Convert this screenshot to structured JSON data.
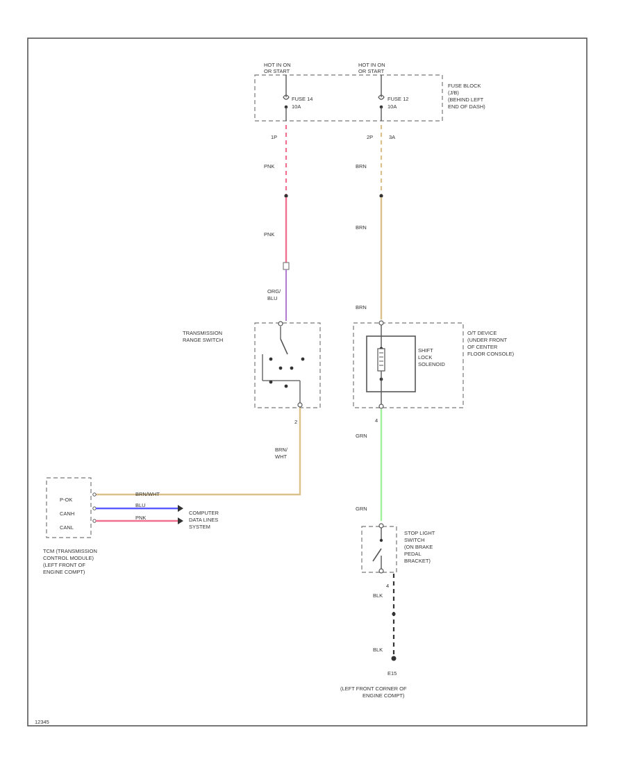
{
  "diagram": {
    "figure_id": "12345",
    "wire_colors": {
      "pnk": "#f06f8f",
      "brn": "#dcc08a",
      "grn": "#9ff29a",
      "blu": "#5b5bff",
      "blk": "#333333",
      "line": "#555555"
    },
    "fuse_block": {
      "hot_left": [
        "HOT IN ON",
        "OR START"
      ],
      "hot_right": [
        "HOT IN ON",
        "OR START"
      ],
      "fuse_left": [
        "FUSE 14",
        "10A"
      ],
      "fuse_right": [
        "FUSE 12",
        "10A"
      ],
      "label": [
        "FUSE BLOCK",
        "(J/B)",
        "(BEHIND LEFT",
        "END OF DASH)"
      ],
      "pin_left": "1P",
      "pin_right_a": "2P",
      "pin_right_b": "3A"
    },
    "wires": {
      "pnk_upper": "PNK",
      "pnk_lower": "PNK",
      "org_blu": [
        "ORG/",
        "BLU"
      ],
      "brn_1": "BRN",
      "brn_2": "BRN",
      "brn_3": "BRN",
      "grn_1": "GRN",
      "grn_2": "GRN",
      "blk_1": "BLK",
      "blk_2": "BLK",
      "brn_wht": [
        "BRN/",
        "WHT"
      ],
      "tcm_wire_1": "BRN/WHT",
      "tcm_wire_2": "BLU",
      "tcm_wire_3": "PNK"
    },
    "trs": {
      "label": [
        "TRANSMISSION",
        "RANGE SWITCH"
      ],
      "pin": "2"
    },
    "shift_lock": {
      "label": [
        "SHIFT",
        "LOCK",
        "SOLENOID"
      ],
      "device_label": [
        "O/T DEVICE",
        "(UNDER FRONT",
        "OF CENTER",
        "FLOOR CONSOLE)"
      ],
      "pin": "4"
    },
    "tcm": {
      "pins": [
        "P-OK",
        "CANH",
        "CANL"
      ],
      "label": [
        "TCM (TRANSMISSION",
        "CONTROL MODULE)",
        "(LEFT FRONT OF",
        "ENGINE COMPT)"
      ]
    },
    "computer_data": [
      "COMPUTER",
      "DATA LINES",
      "SYSTEM"
    ],
    "stop_light": {
      "label": [
        "STOP LIGHT",
        "SWITCH",
        "(ON BRAKE",
        "PEDAL",
        "BRACKET)"
      ],
      "pin": "4"
    },
    "ground": {
      "id": "E15",
      "label": [
        "(LEFT FRONT CORNER OF",
        "ENGINE COMPT)"
      ]
    }
  }
}
